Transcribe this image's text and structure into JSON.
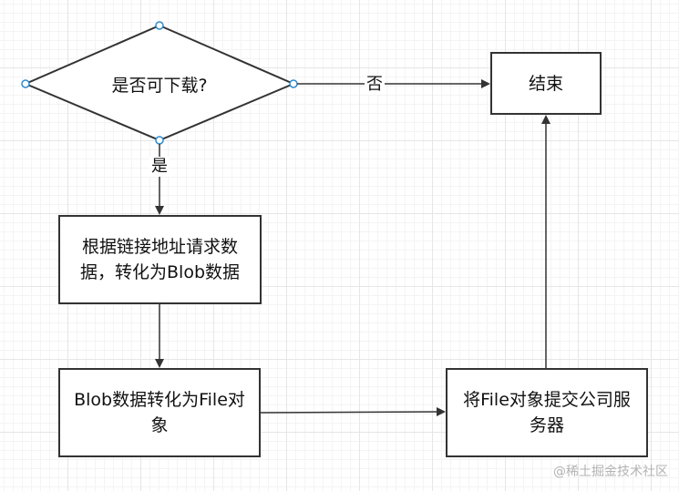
{
  "diagram": {
    "decision": "是否可下载?",
    "edge_no": "否",
    "edge_yes": "是",
    "end": "结束",
    "step1": "根据链接地址请求数据，转化为Blob数据",
    "step2": "Blob数据转化为File对象",
    "step3": "将File对象提交公司服务器"
  },
  "watermark": "@稀土掘金技术社区",
  "colors": {
    "stroke": "#333333",
    "handle": "#2a8bd1",
    "grid": "#e6e6e6"
  }
}
